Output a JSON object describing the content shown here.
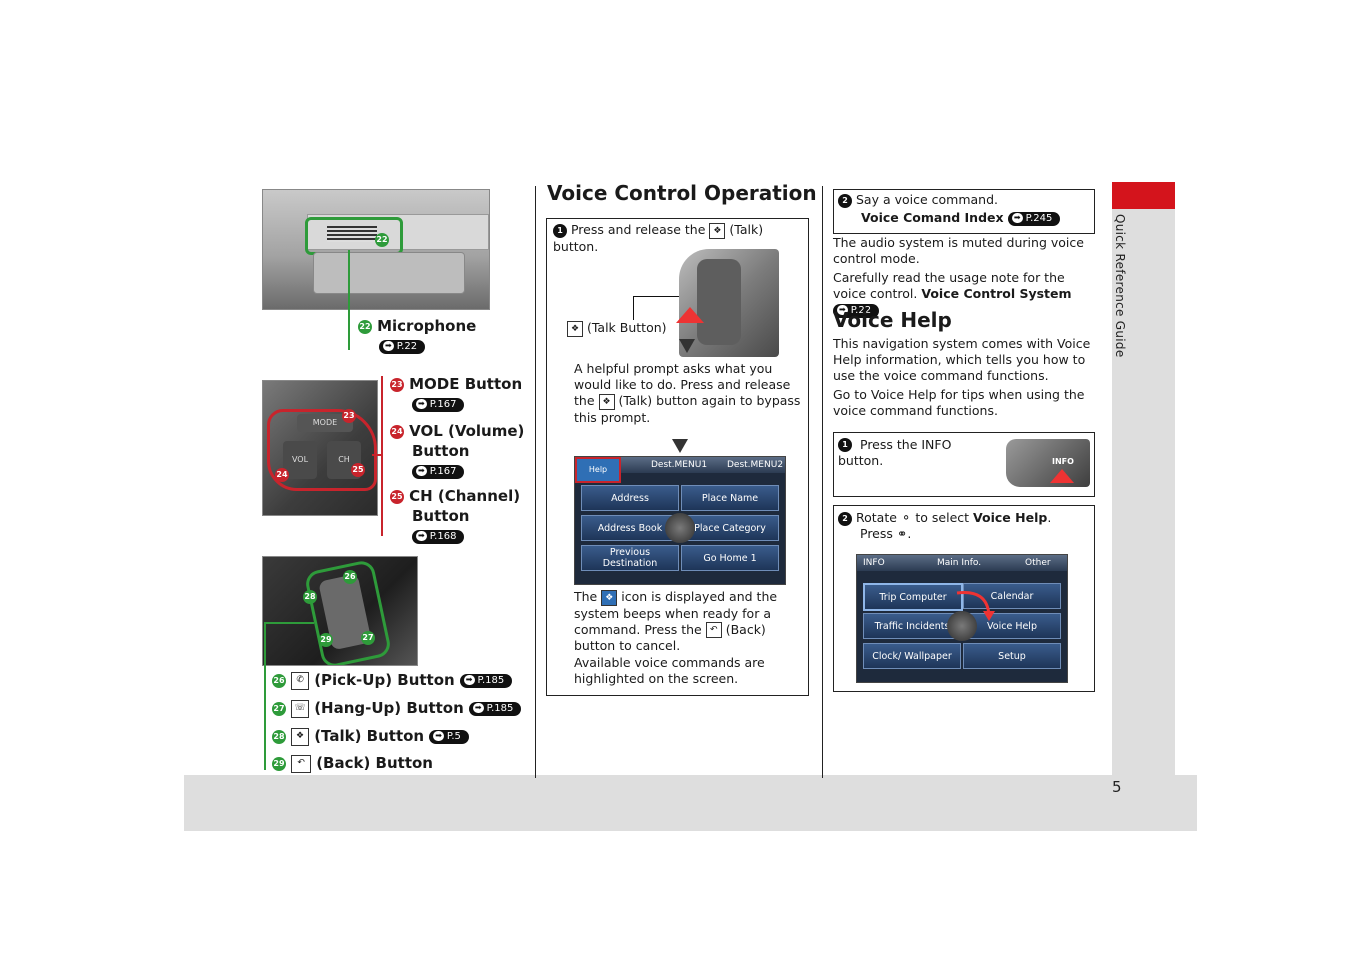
{
  "sidebar": {
    "label": "Quick Reference Guide"
  },
  "page_number": "5",
  "left": {
    "microphone": {
      "num": "22",
      "label": "Microphone",
      "ref": "P.22"
    },
    "mode": {
      "num": "23",
      "label": "MODE Button",
      "ref": "P.167"
    },
    "vol": {
      "num": "24",
      "label1": "VOL (Volume)",
      "label2": "Button",
      "ref": "P.167"
    },
    "ch": {
      "num": "25",
      "label1": "CH (Channel)",
      "label2": "Button",
      "ref": "P.168"
    },
    "photo1_tag": "22",
    "photo2_tags": {
      "mode": "MODE",
      "vol": "VOL",
      "ch": "CH",
      "n23": "23",
      "n24": "24",
      "n25": "25"
    },
    "photo3_tags": {
      "n26": "26",
      "n27": "27",
      "n28": "28",
      "n29": "29"
    },
    "pickup": {
      "num": "26",
      "label": "(Pick-Up) Button",
      "ref": "P.185"
    },
    "hangup": {
      "num": "27",
      "label": "(Hang-Up) Button",
      "ref": "P.185"
    },
    "talk": {
      "num": "28",
      "label": "(Talk) Button",
      "ref": "P.5"
    },
    "back": {
      "num": "29",
      "label": "(Back) Button"
    }
  },
  "middle": {
    "title": "Voice Control Operation",
    "step1": {
      "num": "1",
      "text": "Press and release the",
      "text2": "(Talk) button."
    },
    "talk_callout": "(Talk Button)",
    "prompt_text1": "A helpful prompt asks what you would like to do. Press and release the",
    "prompt_text2": "(Talk) button again to bypass this prompt.",
    "screen": {
      "help_btn": "Help",
      "tab1": "Dest.MENU1",
      "tab2": "Dest.MENU2",
      "items": [
        "Address",
        "Place Name",
        "Address Book",
        "Place Category",
        "Previous Destination",
        "Go Home 1"
      ]
    },
    "icon_text1": "The",
    "icon_text2": "icon is displayed and the system beeps when ready for a command. Press the",
    "icon_text3": "(Back) button to cancel.",
    "available": "Available voice commands are highlighted on the screen."
  },
  "right": {
    "step2": {
      "num": "2",
      "text": "Say a voice command.",
      "bold": "Voice Comand Index",
      "ref": "P.245"
    },
    "muted": "The audio system is muted during voice control mode.",
    "careful": "Carefully read the usage note for the voice control.",
    "careful_bold": "Voice Control System",
    "careful_ref": "P.22",
    "title": "Voice Help",
    "help_p1": "This navigation system comes with Voice Help information, which tells you how to use the voice command functions.",
    "help_p2": "Go to Voice Help for tips when using the voice command functions.",
    "vh_step1": {
      "num": "1",
      "text": "Press the INFO button.",
      "btn": "INFO"
    },
    "vh_step2": {
      "num": "2",
      "text1": "Rotate",
      "text2": "to select",
      "bold": "Voice Help",
      "text3": ".",
      "press": "Press",
      "press_end": "."
    },
    "info_screen": {
      "head": "INFO",
      "tab1": "Main Info.",
      "tab2": "Other",
      "items": [
        "Trip Computer",
        "Calendar",
        "Traffic Incidents",
        "Voice Help",
        "Clock/ Wallpaper",
        "Setup"
      ]
    }
  }
}
